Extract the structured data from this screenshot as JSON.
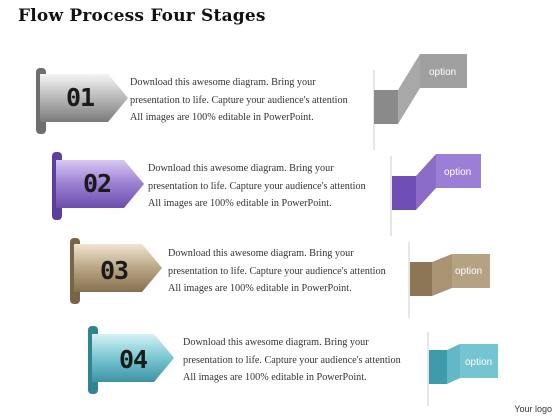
{
  "title": "Flow Process Four Stages",
  "logo_text": "Your logo",
  "stages": [
    {
      "number": "01",
      "color": "#9a9a9a",
      "option": "option",
      "lines": [
        "Download this awesome diagram. Bring your",
        "presentation to life. Capture your audience's attention",
        "All images are 100% editable in PowerPoint."
      ]
    },
    {
      "number": "02",
      "color": "#8b6cc7",
      "option": "option",
      "lines": [
        "Download this awesome diagram. Bring your",
        "presentation to life. Capture your audience's attention",
        "All images are 100% editable in PowerPoint."
      ]
    },
    {
      "number": "03",
      "color": "#a89473",
      "option": "option",
      "lines": [
        "Download this awesome diagram. Bring your",
        "presentation to life. Capture your audience's attention",
        "All images are 100% editable in PowerPoint."
      ]
    },
    {
      "number": "04",
      "color": "#62b8c6",
      "option": "option",
      "lines": [
        "Download this awesome diagram. Bring your",
        "presentation to life. Capture your audience's attention",
        "All images are 100% editable in PowerPoint."
      ]
    }
  ]
}
